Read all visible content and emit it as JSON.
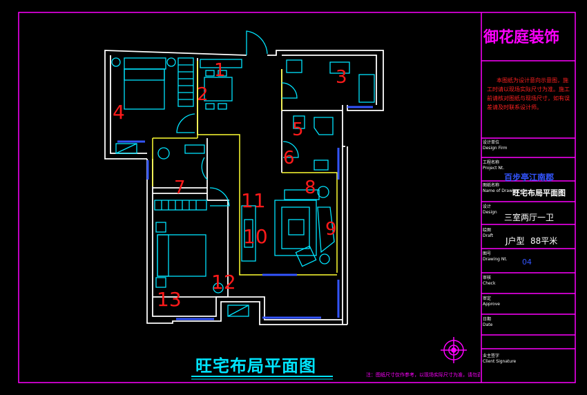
{
  "company": "御花庭装饰",
  "notes_text": "本图纸为设计意向示意图，施工时请以现场实际尺寸为准。施工前请核对图纸与现场尺寸，如有误差请及时联系设计师。",
  "title_block": {
    "design_firm_label": "设计单位",
    "design_firm_label_en": "Design Firm",
    "project_label": "工程名称",
    "project_label_en": "Project Nt.",
    "project_name": "百步亭江南郡",
    "drawing_name_label": "图纸名称",
    "drawing_name_label_en": "Name of Drawing",
    "drawing_name": "旺宅布局平面图",
    "design_label": "设计",
    "design_label_en": "Design",
    "layout": "三室两厅一卫",
    "draft_label": "绘图",
    "draft_label_en": "Draft",
    "unit_type": "J户型",
    "area": "88平米",
    "drawing_no_label": "图号",
    "drawing_no_label_en": "Drawing Nt.",
    "drawing_no": "04",
    "check_label": "审核",
    "check_label_en": "Check",
    "approve_label": "审定",
    "approve_label_en": "Approve",
    "date_label": "日期",
    "date_label_en": "Date",
    "signature_label": "业主签字",
    "signature_label_en": "Client Signature"
  },
  "plan_title": "旺宅布局平面图",
  "footer_note": "注：图纸尺寸仅作参考，以现场实际尺寸为准，请勿直接按比例测量。",
  "room_numbers": [
    "1",
    "2",
    "3",
    "4",
    "5",
    "6",
    "7",
    "8",
    "9",
    "10",
    "11",
    "12",
    "13"
  ],
  "colors": {
    "wall": "#ffffff",
    "furniture": "#00e5ff",
    "zone": "#ffff33",
    "title_block": "#ff00ff",
    "number": "#ff1a1a",
    "window": "#3355ff"
  }
}
